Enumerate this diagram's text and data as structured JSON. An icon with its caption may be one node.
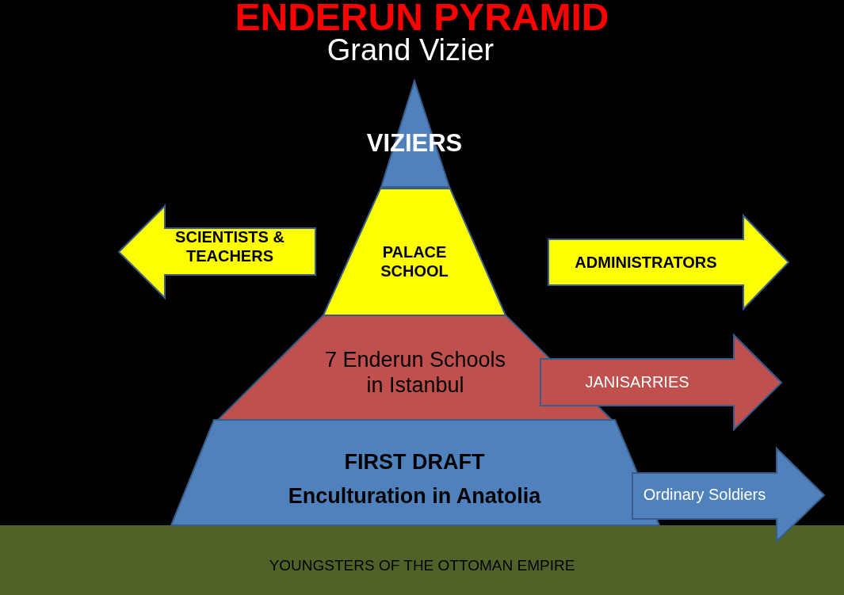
{
  "diagram": {
    "title": "ENDERUN PYRAMID",
    "nodes": [
      {
        "text": [
          "VIZIERS"
        ],
        "beside": [
          "Grand Vizier"
        ]
      },
      {
        "text": [
          "SCIENTISTS & TEACHERS"
        ]
      },
      {
        "text": [
          "PALACE SCHOOL"
        ]
      },
      {
        "text": [
          "ADMINISTRATORS"
        ]
      },
      {
        "text": [
          "7 Enderun Schools in Istanbul"
        ]
      },
      {
        "text": [
          "JANISARRIES"
        ]
      },
      {
        "text": [
          "FIRST DRAFT",
          "Enculturation in Anatolia"
        ]
      },
      {
        "text": [
          "Ordinary Soldiers"
        ]
      },
      {
        "text": [
          "YOUNGSTERS OF THE OTTOMAN EMPIRE"
        ]
      }
    ],
    "edges": []
  }
}
